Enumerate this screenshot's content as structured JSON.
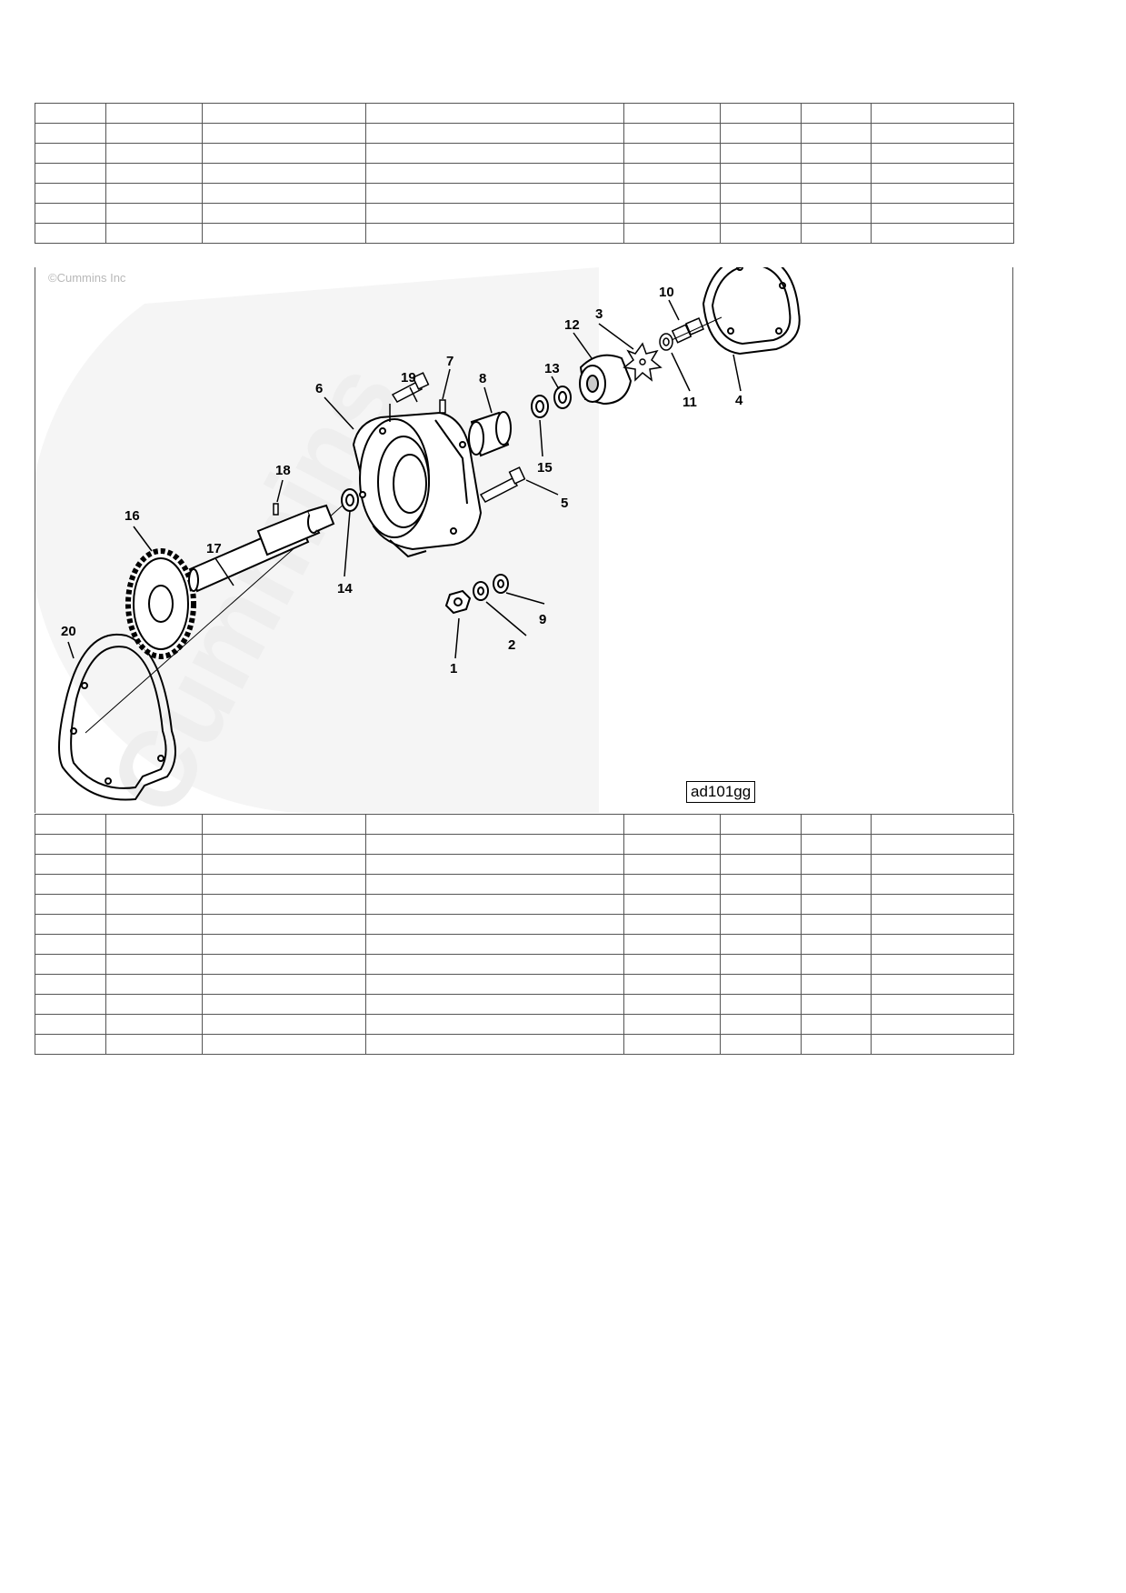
{
  "copyright": "©Cummins Inc",
  "watermark": "Cummins",
  "figure_id": "ad101gg",
  "callouts": {
    "c1": "1",
    "c2": "2",
    "c3": "3",
    "c4": "4",
    "c5": "5",
    "c6": "6",
    "c7": "7",
    "c8": "8",
    "c9": "9",
    "c10": "10",
    "c11": "11",
    "c12": "12",
    "c13": "13",
    "c14": "14",
    "c15": "15",
    "c16": "16",
    "c17": "17",
    "c18": "18",
    "c19": "19",
    "c20": "20"
  },
  "table": {
    "columns": 8,
    "top_rows": 7,
    "bottom_rows": 12
  }
}
